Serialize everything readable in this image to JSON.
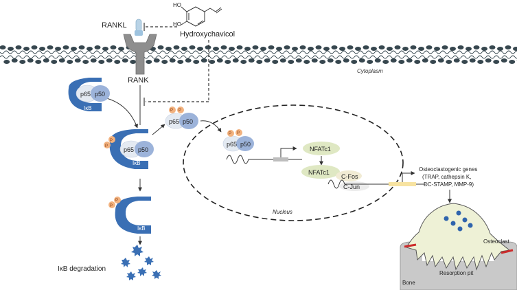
{
  "labels": {
    "rankl": "RANKL",
    "rank": "RANK",
    "compound": "Hydroxychavicol",
    "cytoplasm": "Cytoplasm",
    "nucleus": "Nucleus",
    "p65": "p65",
    "p50": "p50",
    "ikb": "IκB",
    "p": "P",
    "ikb_degradation": "IκB degradation",
    "nfatc1": "NFATc1",
    "cfos": "C-Fos",
    "cjun": "C-Jun",
    "genes_line1": "Osteoclastogenic genes",
    "genes_line2": "(TRAP, cathepsin K,",
    "genes_line3": "DC-STAMP, MMP-9)",
    "osteoclast": "Osteoclast",
    "resorption_pit": "Resorption pit",
    "bone": "Bone",
    "oh1": "HO",
    "oh2": "HO"
  },
  "colors": {
    "membrane": "#37474f",
    "ikb_blue": "#3a6fb4",
    "p65_fill": "#e4eaf2",
    "p50_fill": "#9cb3da",
    "phospho": "#f2b27f",
    "nfatc1_fill": "#dfe8c3",
    "osteoclast_fill": "#eef1d6",
    "bone_fill": "#c9c9c9",
    "gene_box": "#f7e3a1",
    "pit_red": "#cc2b2b"
  }
}
